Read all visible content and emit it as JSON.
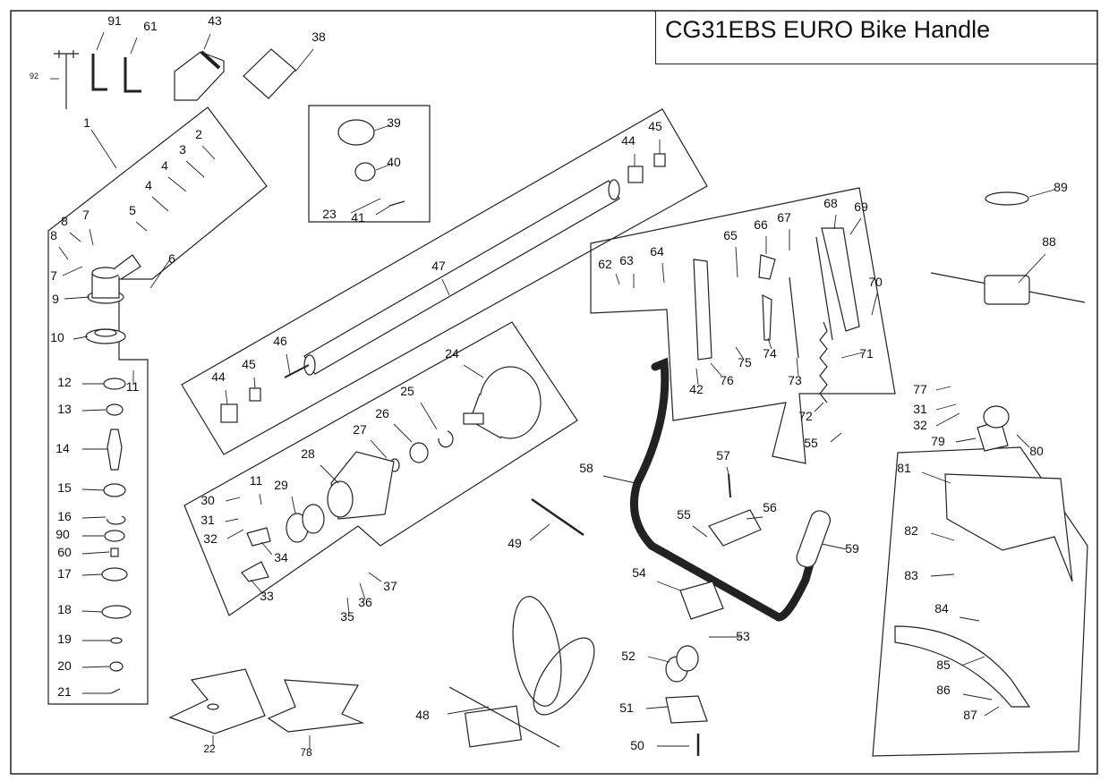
{
  "title": "CG31EBS EURO Bike Handle",
  "parts": [
    {
      "num": "91"
    },
    {
      "num": "61"
    },
    {
      "num": "43"
    },
    {
      "num": "38"
    },
    {
      "num": "92"
    },
    {
      "num": "1"
    },
    {
      "num": "2"
    },
    {
      "num": "3"
    },
    {
      "num": "4a",
      "label": "4"
    },
    {
      "num": "4b",
      "label": "4"
    },
    {
      "num": "5"
    },
    {
      "num": "6"
    },
    {
      "num": "7a",
      "label": "7"
    },
    {
      "num": "7b",
      "label": "7"
    },
    {
      "num": "8a",
      "label": "8"
    },
    {
      "num": "8b",
      "label": "8"
    },
    {
      "num": "9"
    },
    {
      "num": "10"
    },
    {
      "num": "11a",
      "label": "11"
    },
    {
      "num": "12"
    },
    {
      "num": "13"
    },
    {
      "num": "14"
    },
    {
      "num": "15"
    },
    {
      "num": "16"
    },
    {
      "num": "90"
    },
    {
      "num": "60"
    },
    {
      "num": "17"
    },
    {
      "num": "18"
    },
    {
      "num": "19"
    },
    {
      "num": "20"
    },
    {
      "num": "21"
    },
    {
      "num": "22"
    },
    {
      "num": "78"
    },
    {
      "num": "39"
    },
    {
      "num": "40"
    },
    {
      "num": "23"
    },
    {
      "num": "41"
    },
    {
      "num": "44a",
      "label": "44"
    },
    {
      "num": "45a",
      "label": "45"
    },
    {
      "num": "47"
    },
    {
      "num": "46"
    },
    {
      "num": "44b",
      "label": "44"
    },
    {
      "num": "45b",
      "label": "45"
    },
    {
      "num": "24"
    },
    {
      "num": "25"
    },
    {
      "num": "26"
    },
    {
      "num": "27"
    },
    {
      "num": "28"
    },
    {
      "num": "29"
    },
    {
      "num": "30"
    },
    {
      "num": "11b",
      "label": "11"
    },
    {
      "num": "31a",
      "label": "31"
    },
    {
      "num": "32a",
      "label": "32"
    },
    {
      "num": "34"
    },
    {
      "num": "33"
    },
    {
      "num": "35"
    },
    {
      "num": "36"
    },
    {
      "num": "37"
    },
    {
      "num": "49"
    },
    {
      "num": "48"
    },
    {
      "num": "62"
    },
    {
      "num": "63"
    },
    {
      "num": "64"
    },
    {
      "num": "65"
    },
    {
      "num": "66"
    },
    {
      "num": "67"
    },
    {
      "num": "68"
    },
    {
      "num": "69"
    },
    {
      "num": "70"
    },
    {
      "num": "71"
    },
    {
      "num": "72"
    },
    {
      "num": "73"
    },
    {
      "num": "74"
    },
    {
      "num": "75"
    },
    {
      "num": "76"
    },
    {
      "num": "42"
    },
    {
      "num": "55a",
      "label": "55"
    },
    {
      "num": "89"
    },
    {
      "num": "88"
    },
    {
      "num": "77"
    },
    {
      "num": "31b",
      "label": "31"
    },
    {
      "num": "32b",
      "label": "32"
    },
    {
      "num": "79"
    },
    {
      "num": "80"
    },
    {
      "num": "81"
    },
    {
      "num": "82"
    },
    {
      "num": "83"
    },
    {
      "num": "84"
    },
    {
      "num": "85"
    },
    {
      "num": "86"
    },
    {
      "num": "87"
    },
    {
      "num": "58"
    },
    {
      "num": "57"
    },
    {
      "num": "56"
    },
    {
      "num": "55b",
      "label": "55"
    },
    {
      "num": "59"
    },
    {
      "num": "54"
    },
    {
      "num": "53"
    },
    {
      "num": "52"
    },
    {
      "num": "51"
    },
    {
      "num": "50"
    }
  ]
}
